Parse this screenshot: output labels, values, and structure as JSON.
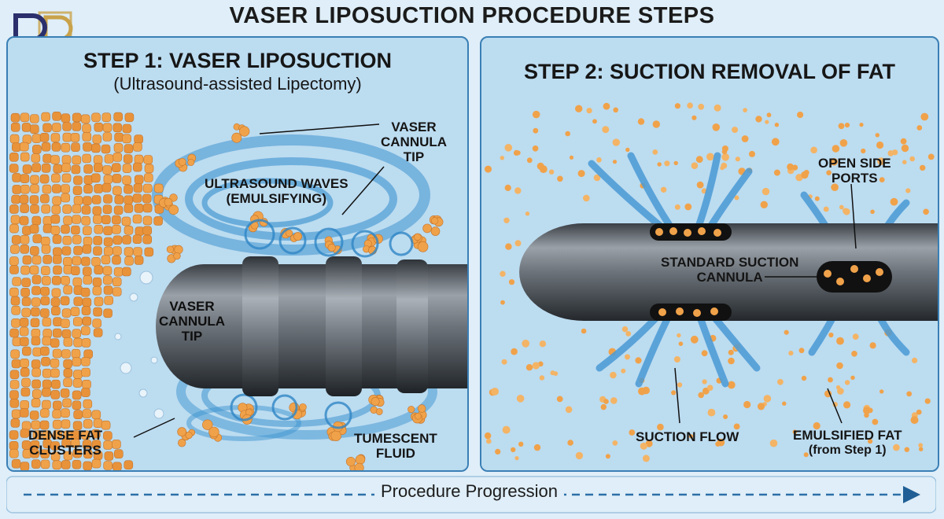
{
  "title": "VASER LIPOSUCTION PROCEDURE STEPS",
  "logo": {
    "name": "brand-logo",
    "colors": [
      "#2b2f6b",
      "#c9a24a"
    ]
  },
  "step1": {
    "title": "STEP 1: VASER LIPOSUCTION",
    "subtitle": "(Ultrasound-assisted Lipectomy)",
    "labels": {
      "cannula_tip_top": [
        "VASER",
        "CANNULA",
        "TIP"
      ],
      "waves": [
        "ULTRASOUND WAVES",
        "(EMULSIFYING)"
      ],
      "cannula_tip_body": [
        "VASER",
        "CANNULA",
        "TIP"
      ],
      "dense_fat": [
        "DENSE FAT",
        "CLUSTERS"
      ],
      "tumescent": [
        "TUMESCENT",
        "FLUID"
      ]
    }
  },
  "step2": {
    "title": "STEP 2: SUCTION REMOVAL OF FAT",
    "labels": {
      "side_ports": [
        "OPEN SIDE",
        "PORTS"
      ],
      "standard_cannula": [
        "STANDARD SUCTION",
        "CANNULA"
      ],
      "suction_flow": "SUCTION FLOW",
      "emulsified_fat": [
        "EMULSIFIED FAT",
        "(from Step 1)"
      ]
    }
  },
  "progression_label": "Procedure Progression",
  "colors": {
    "fat": "#f0a24a",
    "fluid": "#bcdcf0",
    "waves": "#3e93d0",
    "cannula": "#5f656c",
    "accent": "#2d6fa8"
  }
}
